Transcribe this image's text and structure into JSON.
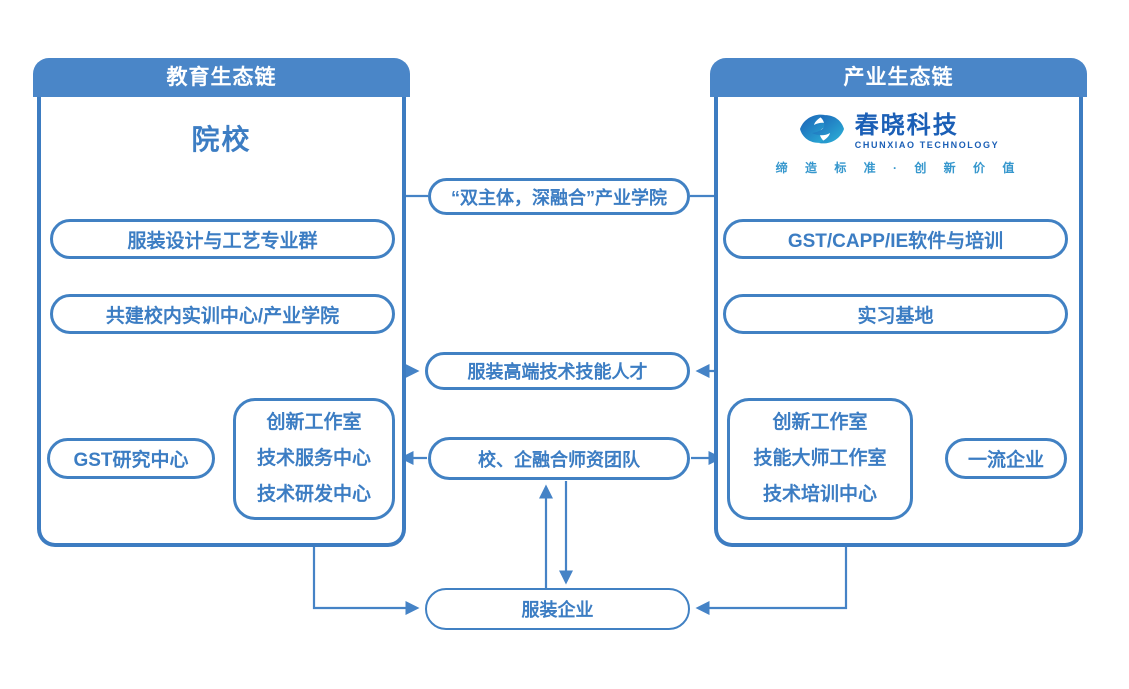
{
  "colors": {
    "header_bg": "#4a86c8",
    "panel_border": "#3d7cc1",
    "node_border": "#4181c3",
    "node_text": "#3c7dc3",
    "arrow": "#4583c6",
    "logo_dark_blue": "#1b5fb6",
    "logo_teal": "#2cb5d9",
    "tagline_color": "#3697cd"
  },
  "left_panel": {
    "header": "教育生态链",
    "title": "院校",
    "pill_design_group": "服装设计与工艺专业群",
    "pill_training_center": "共建校内实训中心/产业学院",
    "pill_gst_research": "GST研究中心",
    "center_box": {
      "line1": "创新工作室",
      "line2": "技术服务中心",
      "line3": "技术研发中心"
    }
  },
  "right_panel": {
    "header": "产业生态链",
    "logo": {
      "icon": "chunxiao-swirl-eye-logo",
      "name": "春晓科技",
      "name_en": "CHUNXIAO TECHNOLOGY",
      "tagline": "缔 造 标 准 · 创 新 价 值"
    },
    "pill_software_training": "GST/CAPP/IE软件与培训",
    "pill_internship_base": "实习基地",
    "center_box": {
      "line1": "创新工作室",
      "line2": "技能大师工作室",
      "line3": "技术培训中心"
    },
    "pill_first_class_enterprise": "一流企业"
  },
  "middle": {
    "industry_college": "“双主体，深融合”产业学院",
    "talent": "服装高端技术技能人才",
    "faculty_team": "校、企融合师资团队",
    "garment_enterprise": "服装企业"
  }
}
